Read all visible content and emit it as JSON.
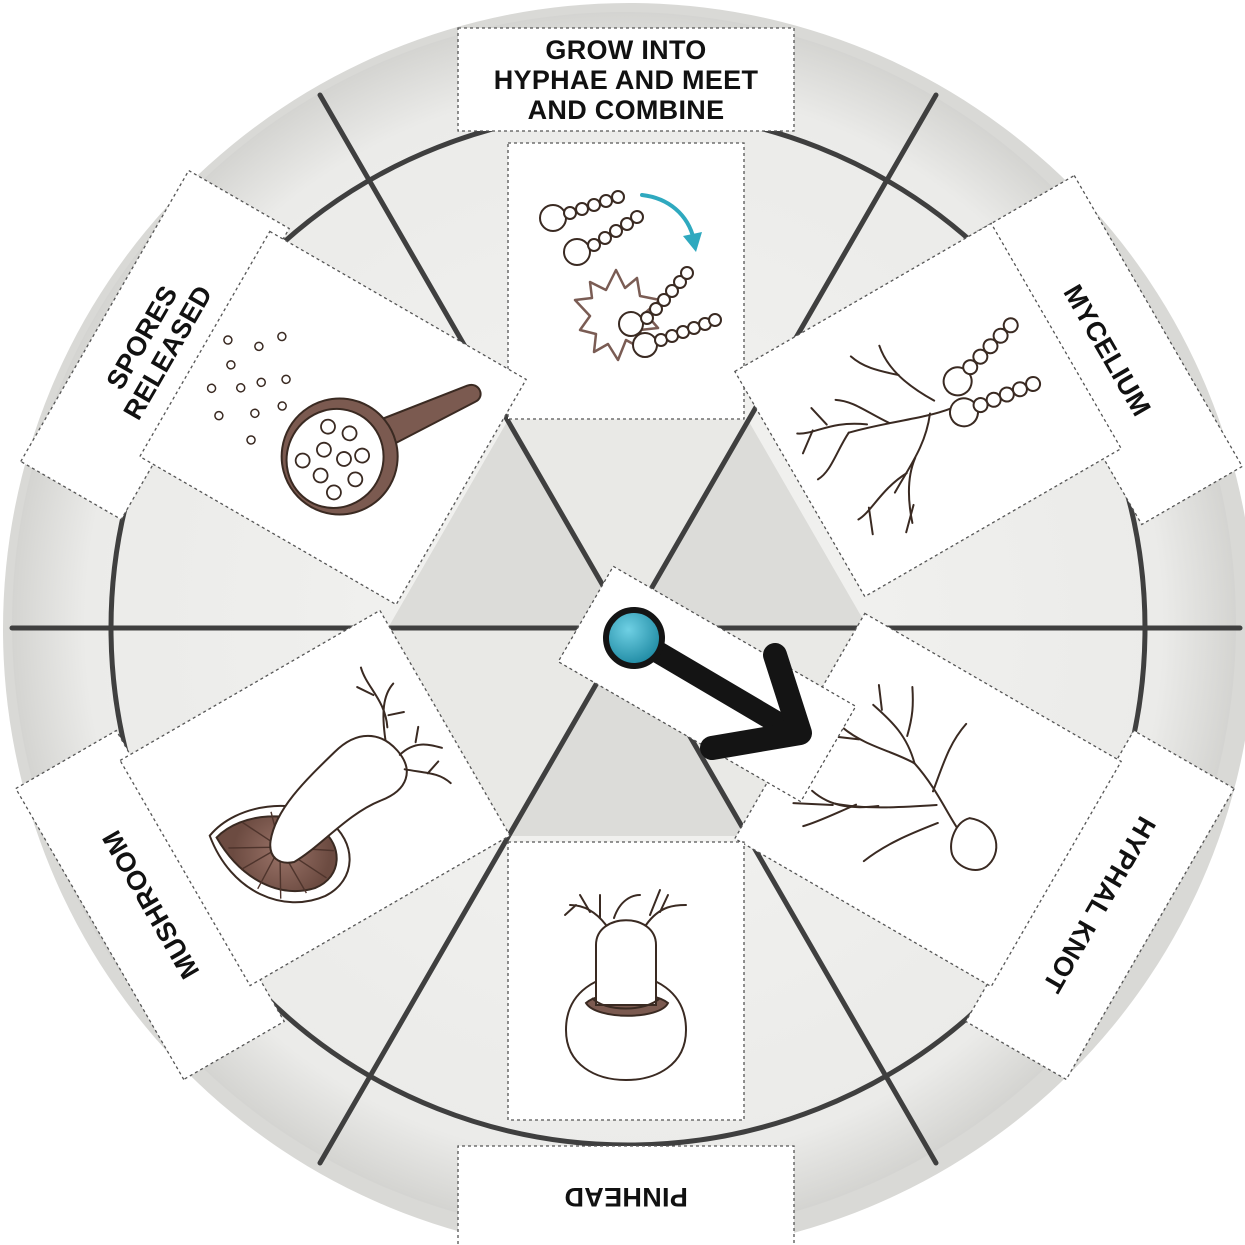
{
  "diagram": {
    "stages": [
      {
        "id": "grow",
        "lines": [
          "GROW INTO",
          "HYPHAE AND MEET",
          "AND COMBINE"
        ]
      },
      {
        "id": "mycelium",
        "lines": [
          "MYCELIUM"
        ]
      },
      {
        "id": "hyphal-knot",
        "lines": [
          "HYPHAL KNOT"
        ]
      },
      {
        "id": "pinhead",
        "lines": [
          "PINHEAD"
        ]
      },
      {
        "id": "mushroom",
        "lines": [
          "MUSHROOM"
        ]
      },
      {
        "id": "spores",
        "lines": [
          "SPORES",
          "RELEASED"
        ]
      }
    ]
  },
  "colors": {
    "plate": "#efefed",
    "plate_shadow": "#d7d7d4",
    "sector_dark": "#dcdcd9",
    "sector_light": "#ececea",
    "lines": "#3f3f3f",
    "brown": "#7b5a50",
    "teal": "#3aa6be",
    "pointer": "#141414"
  },
  "icons": [
    "spore-chain-combine-icon",
    "mycelium-icon",
    "hyphal-knot-icon",
    "pinhead-icon",
    "mushroom-icon",
    "spore-release-icon",
    "spinner-arrow-icon"
  ]
}
